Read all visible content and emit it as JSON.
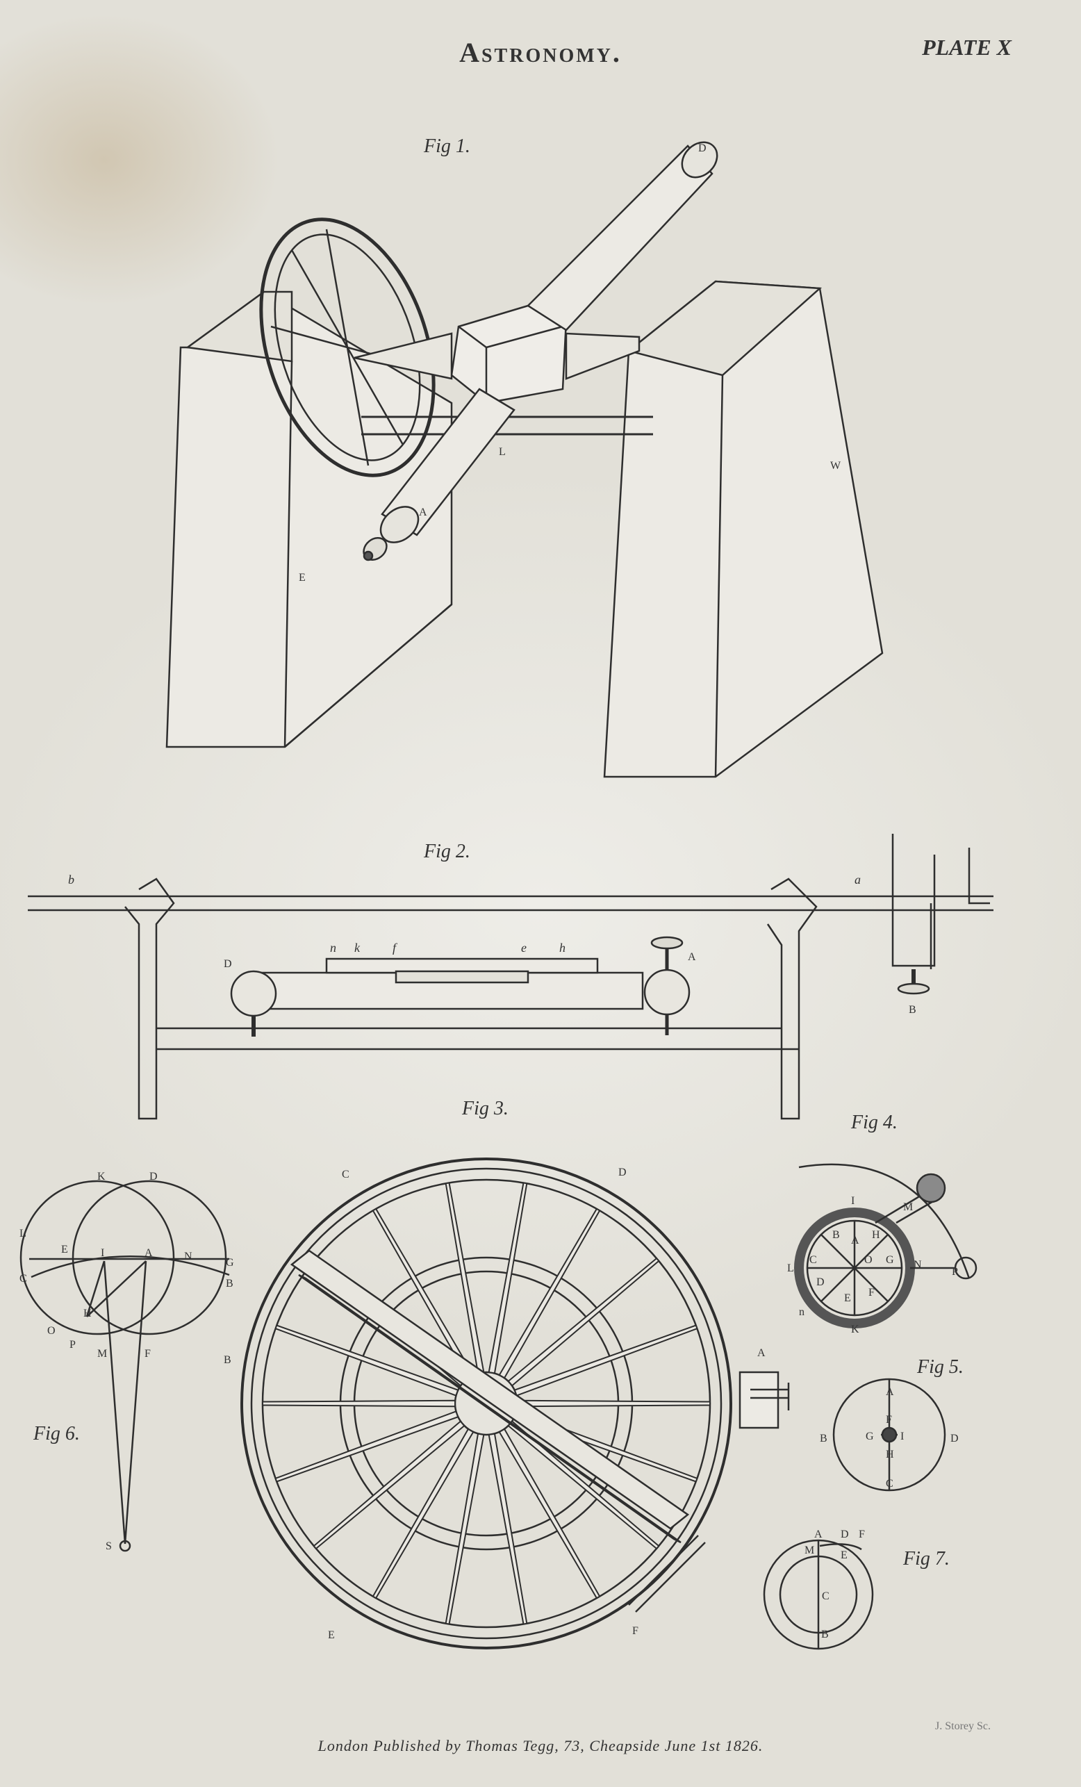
{
  "header": {
    "title": "Astronomy.",
    "plate": "PLATE X"
  },
  "figures": {
    "fig1": "Fig 1.",
    "fig2": "Fig 2.",
    "fig3": "Fig 3.",
    "fig4": "Fig 4.",
    "fig5": "Fig 5.",
    "fig6": "Fig 6.",
    "fig7": "Fig 7."
  },
  "letters": {
    "fig1": [
      "D",
      "A",
      "L",
      "W",
      "E"
    ],
    "fig2": [
      "b",
      "a",
      "D",
      "A",
      "B",
      "n",
      "k",
      "f",
      "e",
      "h"
    ],
    "fig3": [
      "C",
      "D",
      "B",
      "A",
      "E",
      "F"
    ],
    "fig4": [
      "I",
      "B",
      "A",
      "H",
      "L",
      "C",
      "O",
      "G",
      "N",
      "D",
      "E",
      "F",
      "K",
      "n",
      "M",
      "P"
    ],
    "fig5": [
      "A",
      "F",
      "G",
      "I",
      "B",
      "D",
      "H",
      "C"
    ],
    "fig6": [
      "K",
      "D",
      "L",
      "E",
      "I",
      "A",
      "N",
      "G",
      "C",
      "B",
      "H",
      "O",
      "P",
      "M",
      "F",
      "S"
    ],
    "fig7": [
      "A",
      "D",
      "F",
      "M",
      "E",
      "C",
      "B"
    ]
  },
  "footer": {
    "imprint": "London Published by Thomas Tegg, 73, Cheapside June 1st 1826.",
    "engraver": "J. Storey Sc."
  }
}
